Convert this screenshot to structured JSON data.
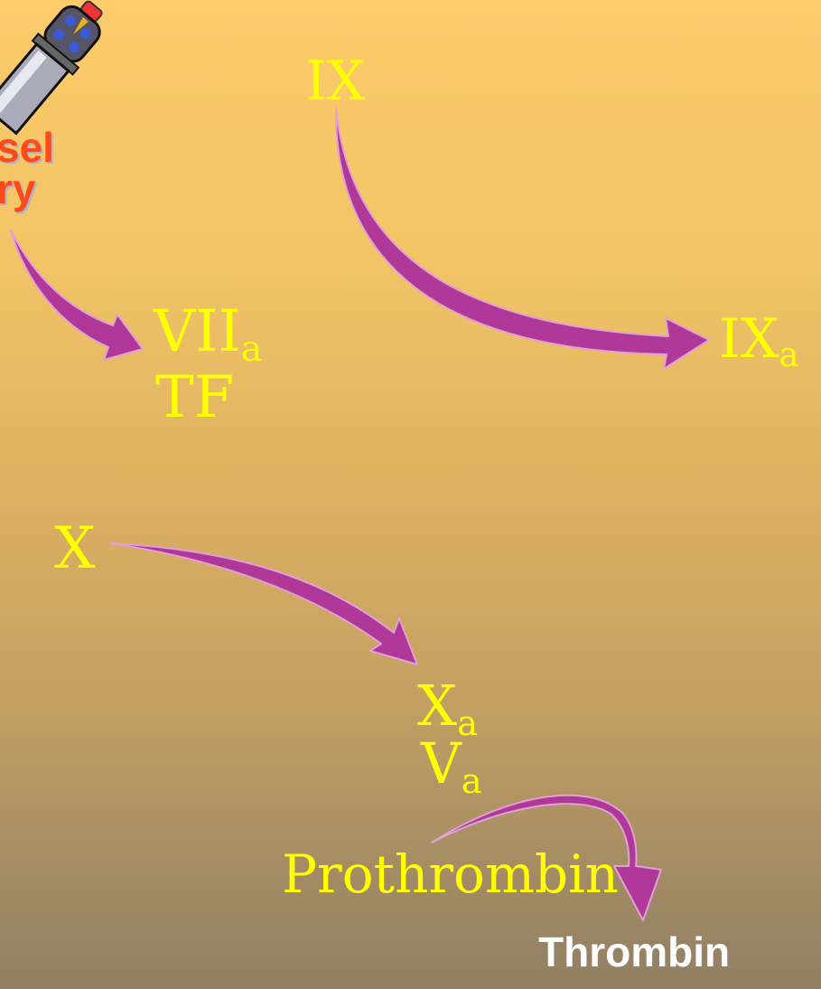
{
  "vessel": {
    "line1": "sel",
    "line2": "ry"
  },
  "factors": {
    "ix": "IX",
    "ixa_base": "IX",
    "ixa_sub": "a",
    "viia_base": "VII",
    "viia_sub": "a",
    "tf": "TF",
    "x": "X",
    "xa_base": "X",
    "xa_sub": "a",
    "va_base": "V",
    "va_sub": "a",
    "prothrombin": "Prothrombin",
    "thrombin": "Thrombin"
  },
  "colors": {
    "label": "#ffff00",
    "arrow": "#b03898",
    "vessel_text": "#ff4a1a",
    "thrombin_text": "#ffffff"
  },
  "icons": {
    "vessel_injury": "syringe-icon"
  }
}
